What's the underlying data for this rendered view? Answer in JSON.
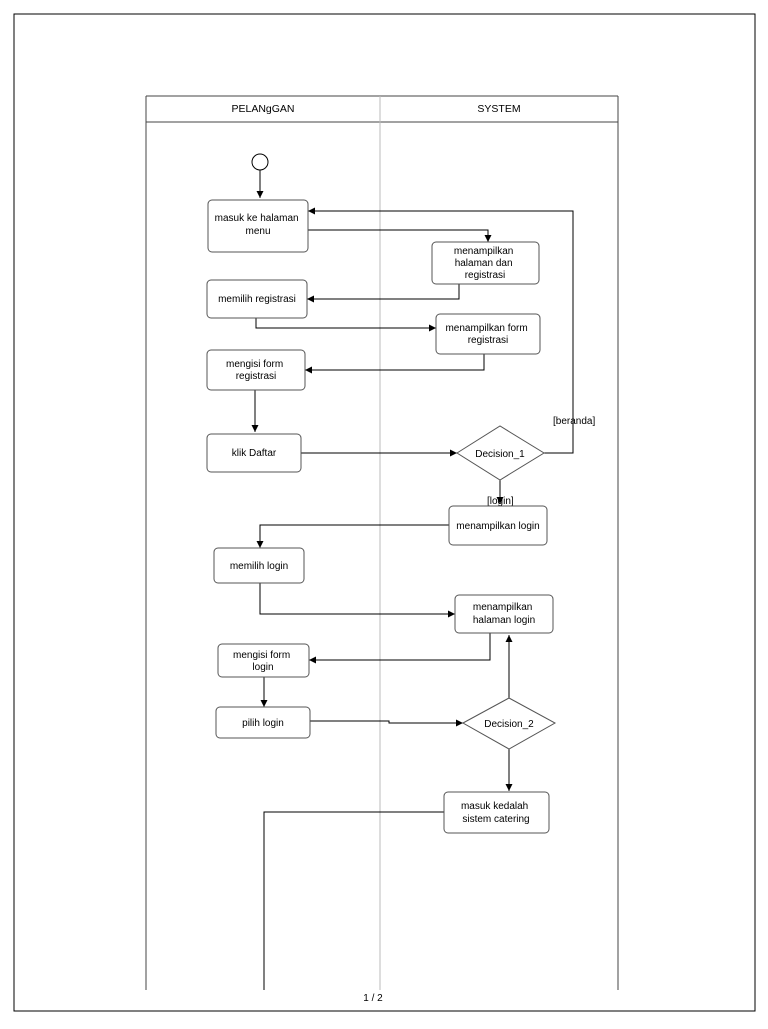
{
  "lanes": {
    "left": "PELANgGAN",
    "right": "SYSTEM"
  },
  "nodes": {
    "n1": [
      "masuk ke halaman",
      "menu"
    ],
    "n2": [
      "menampilkan",
      "halaman  dan",
      "registrasi"
    ],
    "n3": [
      "memilih registrasi"
    ],
    "n4": [
      "menampilkan form",
      "registrasi"
    ],
    "n5": [
      "mengisi form",
      "registrasi"
    ],
    "n6": [
      "klik Daftar"
    ],
    "d1": [
      "Decision_1"
    ],
    "n7": [
      "menampilkan login"
    ],
    "n8": [
      "memilih login"
    ],
    "n9": [
      "menampilkan",
      "halaman login"
    ],
    "n10": [
      "mengisi form",
      "login"
    ],
    "n11": [
      "pilih login"
    ],
    "d2": [
      "Decision_2"
    ],
    "n12": [
      "masuk kedalah",
      "sistem catering"
    ]
  },
  "guards": {
    "beranda": "[beranda]",
    "login": "[login]"
  },
  "footer": {
    "page": "1 / 2"
  }
}
